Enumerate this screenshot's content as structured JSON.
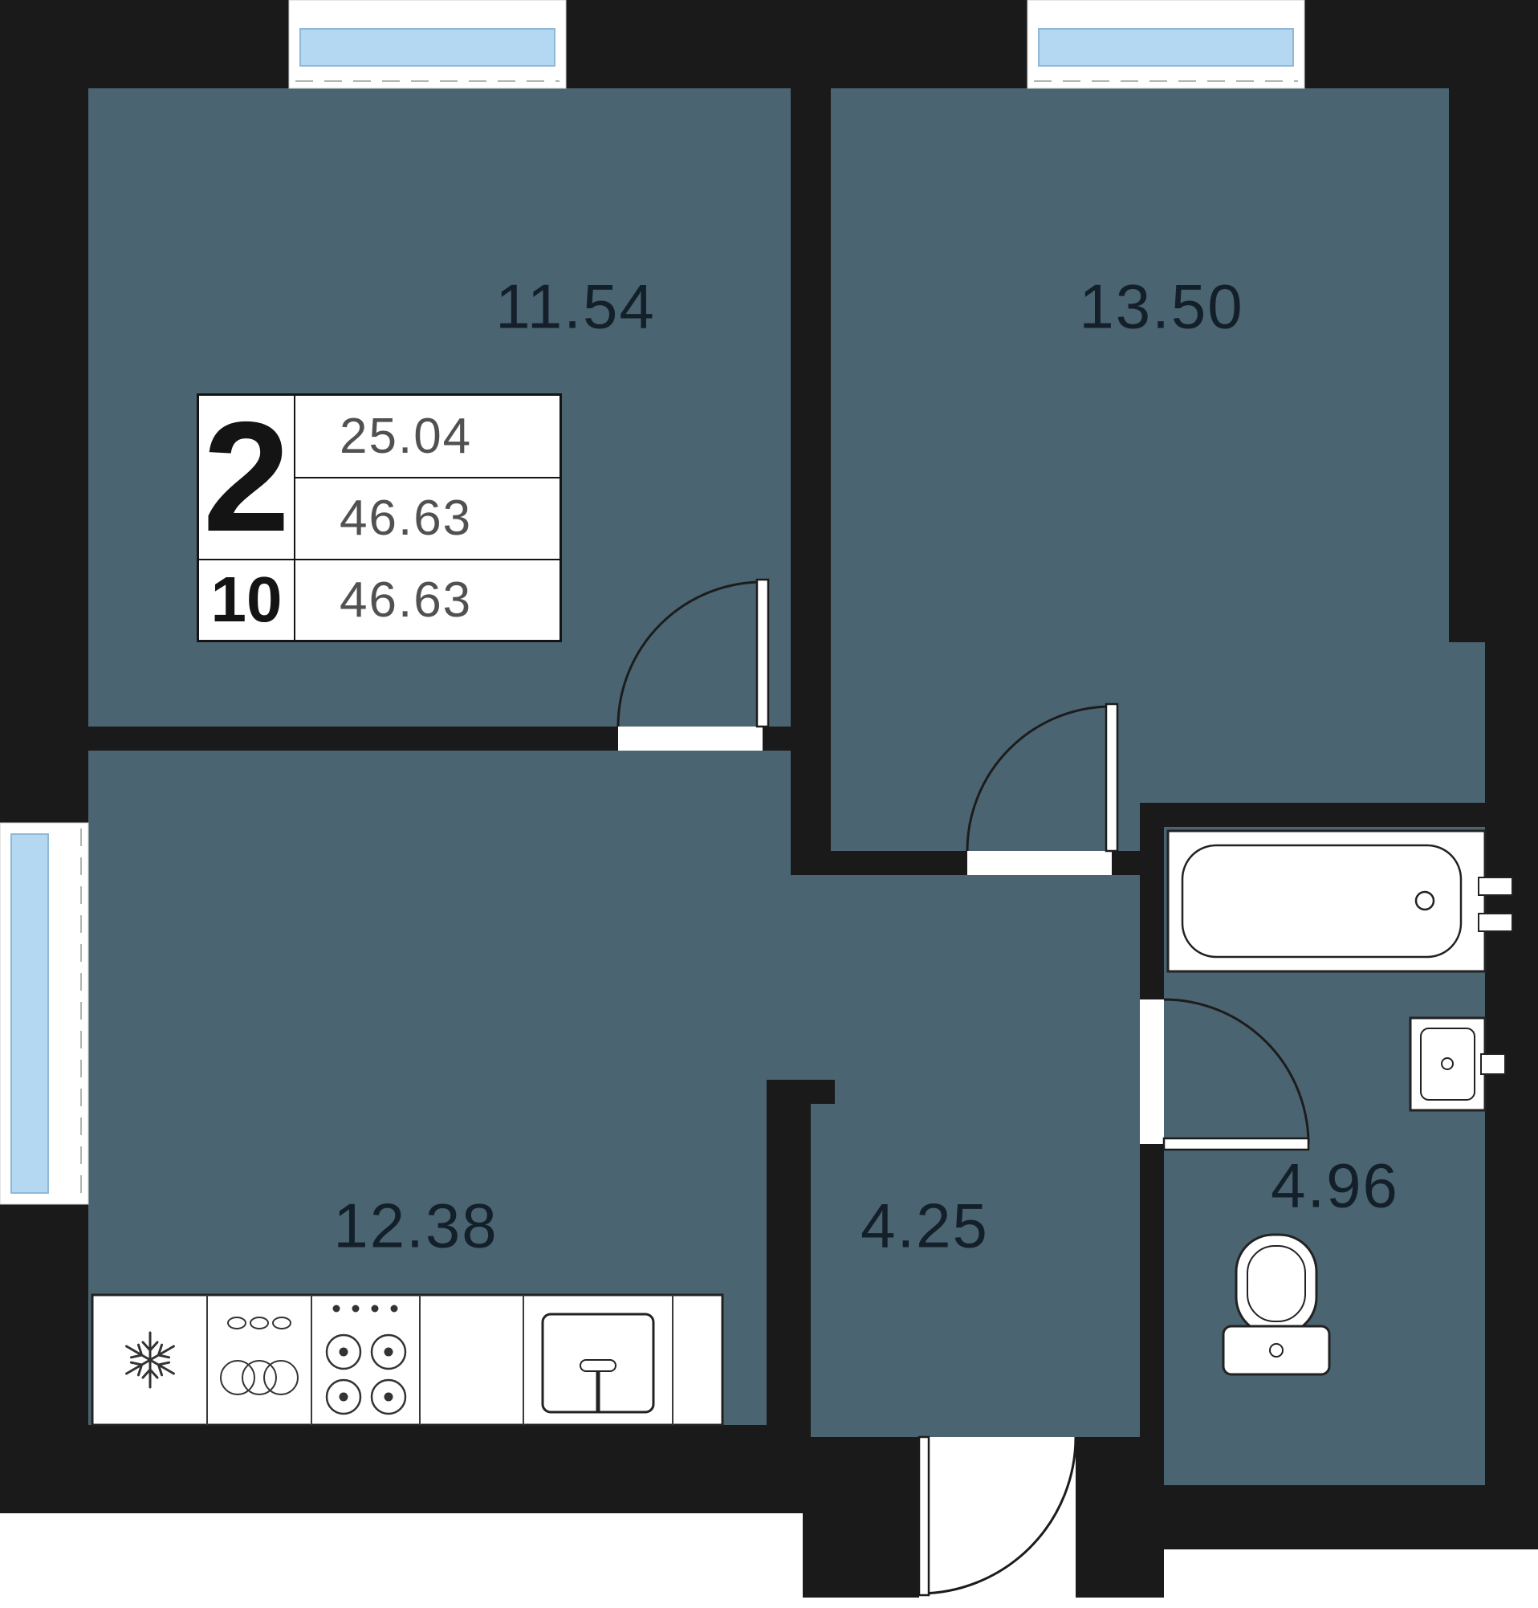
{
  "apartment": {
    "info_box": {
      "rooms_count": "2",
      "living_area": "25.04",
      "area": "46.63",
      "floor": "10",
      "total_area": "46.63"
    },
    "rooms": {
      "bedroom": {
        "area": "11.54"
      },
      "living_room": {
        "area": "13.50"
      },
      "kitchen_living": {
        "area": "12.38"
      },
      "hallway": {
        "area": "4.25"
      },
      "bathroom": {
        "area": "4.96"
      }
    },
    "fixtures": [
      "bathtub",
      "bathroom-sink",
      "toilet",
      "refrigerator",
      "washing-machine",
      "stove",
      "kitchen-sink",
      "windows",
      "doors"
    ],
    "colors": {
      "wall": "#1a1a1a",
      "floor": "#4b6471",
      "window_glass": "#b5d8f2",
      "label_text": "#13202a"
    }
  }
}
